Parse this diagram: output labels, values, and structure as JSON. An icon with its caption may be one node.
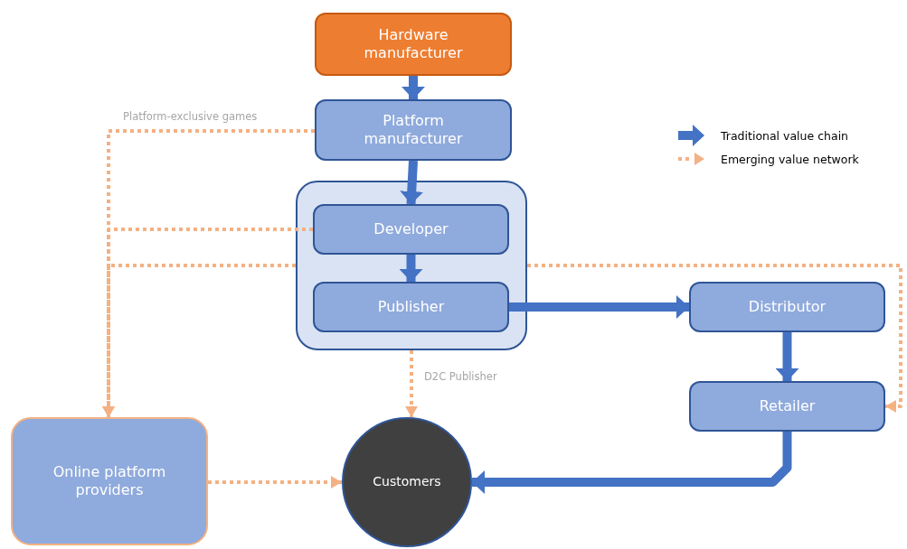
{
  "diagram": {
    "nodes": [
      {
        "text": [
          "Hardware manufacturer"
        ]
      },
      {
        "text": [
          "Platform manufacturer"
        ]
      },
      {
        "text": [],
        "shape": "box"
      },
      {
        "text": [
          "Developer"
        ],
        "in": 2
      },
      {
        "text": [
          "Publisher"
        ],
        "in": 2
      },
      {
        "text": [
          "Distributor"
        ]
      },
      {
        "text": [
          "Retailer"
        ]
      },
      {
        "text": [
          "Online platform providers"
        ]
      },
      {
        "text": [
          "Customers"
        ]
      }
    ],
    "edges": [
      {
        "from": 0,
        "to": 1,
        "arrow": "to",
        "style": "thick",
        "color": "#4472c4"
      },
      {
        "from": 1,
        "to": 3,
        "arrow": "to",
        "style": "thick",
        "color": "#4472c4"
      },
      {
        "from": 3,
        "to": 4,
        "arrow": "to",
        "style": "thick",
        "color": "#4472c4"
      },
      {
        "from": 4,
        "to": 5,
        "arrow": "to",
        "style": "thick",
        "color": "#4472c4"
      },
      {
        "from": 5,
        "to": 6,
        "arrow": "to",
        "style": "thick",
        "color": "#4472c4"
      },
      {
        "from": 6,
        "to": 8,
        "arrow": "to",
        "style": "thick",
        "color": "#4472c4"
      },
      {
        "from": 1,
        "to": 7,
        "arrow": "to",
        "style": "dashed",
        "color": "#f4b183",
        "label": "Platform-exclusive games"
      },
      {
        "from": 3,
        "to": 7,
        "arrow": "to",
        "style": "dashed",
        "color": "#f4b183"
      },
      {
        "from": 2,
        "to": 7,
        "arrow": "to",
        "style": "dashed",
        "color": "#f4b183"
      },
      {
        "from": 2,
        "to": 6,
        "arrow": "to",
        "style": "dashed",
        "color": "#f4b183"
      },
      {
        "from": 2,
        "to": 8,
        "arrow": "to",
        "style": "dashed",
        "color": "#f4b183",
        "label": "D2C Publisher"
      },
      {
        "from": 7,
        "to": 8,
        "arrow": "to",
        "style": "dashed",
        "color": "#f4b183"
      }
    ],
    "legend": [
      {
        "text": "Traditional value chain"
      },
      {
        "text": "Emerging value network"
      }
    ]
  }
}
